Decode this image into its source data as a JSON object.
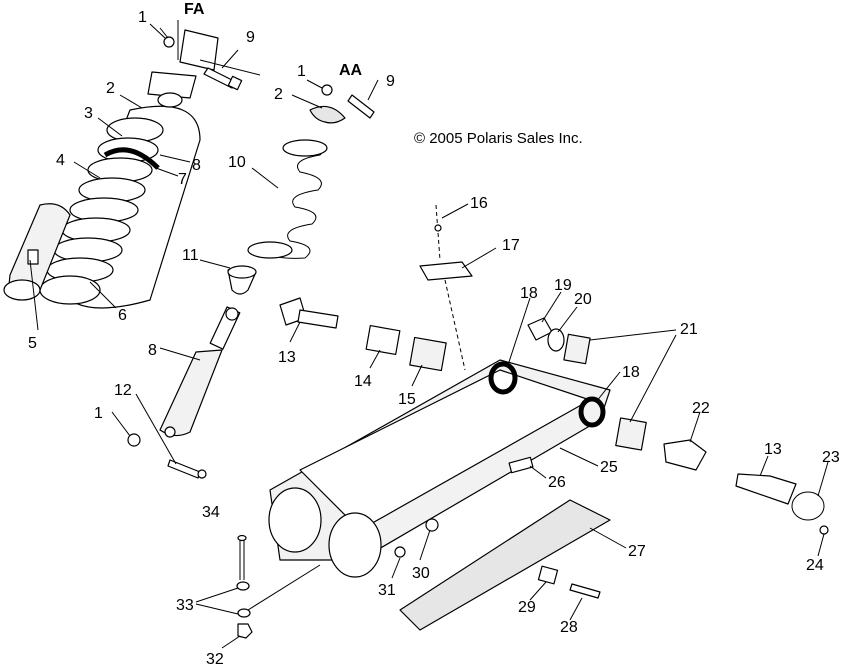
{
  "headings": {
    "fa": "FA",
    "aa": "AA"
  },
  "copyright": "© 2005 Polaris Sales Inc.",
  "callouts": [
    {
      "id": "c1a",
      "text": "1"
    },
    {
      "id": "c9a",
      "text": "9"
    },
    {
      "id": "c1b",
      "text": "1"
    },
    {
      "id": "c9b",
      "text": "9"
    },
    {
      "id": "c2a",
      "text": "2"
    },
    {
      "id": "c2b",
      "text": "2"
    },
    {
      "id": "c3",
      "text": "3"
    },
    {
      "id": "c8a",
      "text": "8"
    },
    {
      "id": "c4",
      "text": "4"
    },
    {
      "id": "c7",
      "text": "7"
    },
    {
      "id": "c10",
      "text": "10"
    },
    {
      "id": "c6",
      "text": "6"
    },
    {
      "id": "c5",
      "text": "5"
    },
    {
      "id": "c11",
      "text": "11"
    },
    {
      "id": "c16",
      "text": "16"
    },
    {
      "id": "c17",
      "text": "17"
    },
    {
      "id": "c18a",
      "text": "18"
    },
    {
      "id": "c19",
      "text": "19"
    },
    {
      "id": "c20",
      "text": "20"
    },
    {
      "id": "c21",
      "text": "21"
    },
    {
      "id": "c13a",
      "text": "13"
    },
    {
      "id": "c14",
      "text": "14"
    },
    {
      "id": "c15",
      "text": "15"
    },
    {
      "id": "c8b",
      "text": "8"
    },
    {
      "id": "c18b",
      "text": "18"
    },
    {
      "id": "c12",
      "text": "12"
    },
    {
      "id": "c1c",
      "text": "1"
    },
    {
      "id": "c22",
      "text": "22"
    },
    {
      "id": "c26",
      "text": "26"
    },
    {
      "id": "c25",
      "text": "25"
    },
    {
      "id": "c13b",
      "text": "13"
    },
    {
      "id": "c23",
      "text": "23"
    },
    {
      "id": "c34",
      "text": "34"
    },
    {
      "id": "c27",
      "text": "27"
    },
    {
      "id": "c30",
      "text": "30"
    },
    {
      "id": "c31",
      "text": "31"
    },
    {
      "id": "c24",
      "text": "24"
    },
    {
      "id": "c33",
      "text": "33"
    },
    {
      "id": "c29",
      "text": "29"
    },
    {
      "id": "c28",
      "text": "28"
    },
    {
      "id": "c32",
      "text": "32"
    }
  ]
}
